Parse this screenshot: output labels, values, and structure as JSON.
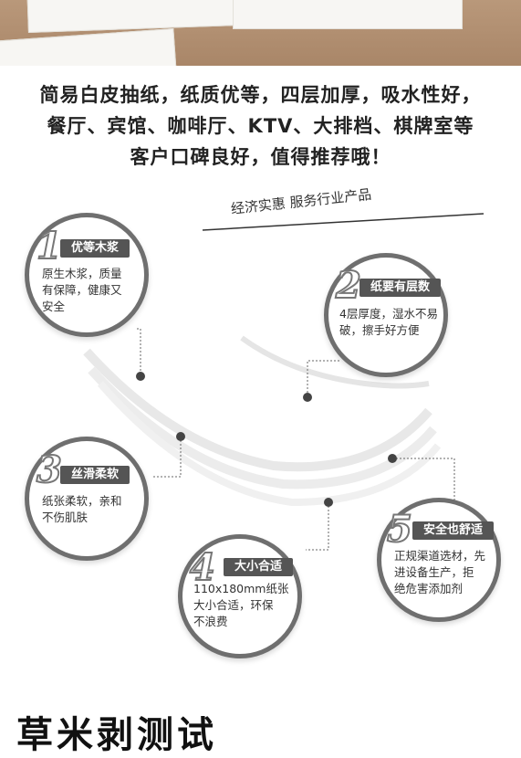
{
  "headline": {
    "line1": "简易白皮抽纸，纸质优等，四层加厚，吸水性好，",
    "line2": "餐厅、宾馆、咖啡厅、KTV、大排档、棋牌室等",
    "line3": "客户口碑良好，值得推荐哦！"
  },
  "tagline": "经济实惠 服务行业产品",
  "features": [
    {
      "num": "1",
      "title": "优等木浆",
      "desc_lines": [
        "原生木浆，质量",
        "有保障，健康又",
        "安全"
      ]
    },
    {
      "num": "2",
      "title": "纸要有层数",
      "desc_lines": [
        "4层厚度，湿水不易",
        "破，擦手好方便"
      ]
    },
    {
      "num": "3",
      "title": "丝滑柔软",
      "desc_lines": [
        "纸张柔软，亲和",
        "不伤肌肤"
      ]
    },
    {
      "num": "4",
      "title": "大小合适",
      "desc_lines": [
        "110x180mm纸张",
        "大小合适，环保",
        "不浪费"
      ]
    },
    {
      "num": "5",
      "title": "安全也舒适",
      "desc_lines": [
        "正规渠道选材，先",
        "进设备生产，拒",
        "绝危害添加剂"
      ]
    }
  ],
  "bottom_title": "草米剥测试",
  "colors": {
    "accent": "#555555",
    "ring": "#6f6f6f",
    "dot": "#444444"
  }
}
